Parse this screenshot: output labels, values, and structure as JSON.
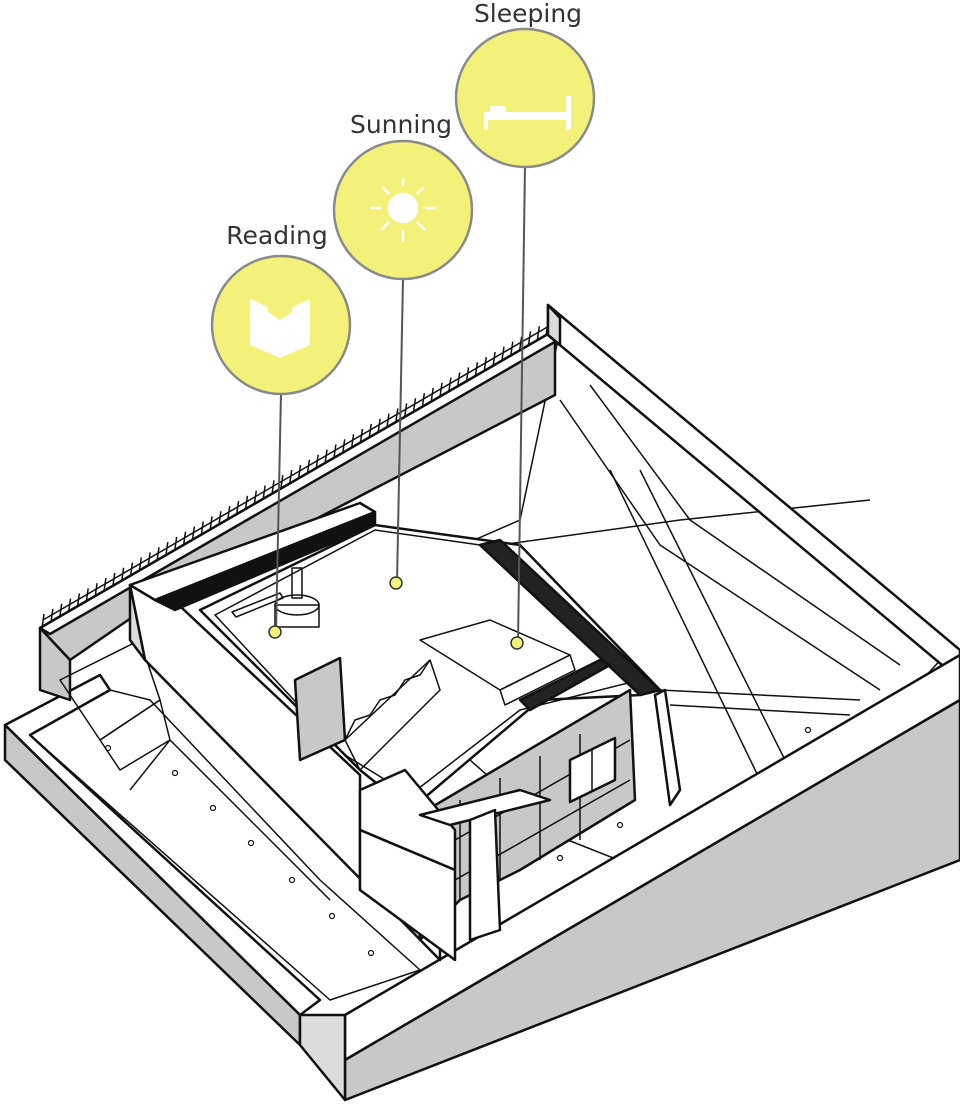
{
  "callouts": [
    {
      "label": "Reading",
      "icon": "book-icon"
    },
    {
      "label": "Sunning",
      "icon": "sun-icon"
    },
    {
      "label": "Sleeping",
      "icon": "bed-icon"
    }
  ],
  "colors": {
    "callout_fill": "#f4f17a",
    "callout_stroke": "#8a8a8a",
    "wall_dark": "#c8c8c8",
    "wall_mid": "#dcdcdc",
    "floor": "#f4f4f4",
    "outline": "#111111"
  }
}
